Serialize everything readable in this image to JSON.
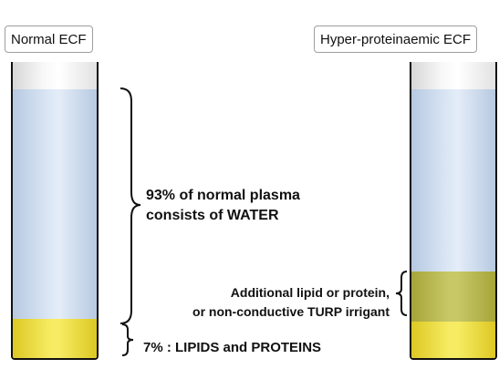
{
  "left_tube": {
    "title": "Normal ECF"
  },
  "right_tube": {
    "title": "Hyper-proteinaemic ECF"
  },
  "annotations": {
    "water_line1": "93% of normal plasma",
    "water_line2": "consists of WATER",
    "lipid_text": "7% : LIPIDS and PROTEINS",
    "extra_line1": "Additional lipid or protein,",
    "extra_line2": "or  non-conductive TURP irrigant"
  },
  "colors": {
    "water": "#dde8f6",
    "lipids_proteins": "#f6ec63",
    "additional": "#c8c867",
    "empty_top": "#f2f2f2",
    "outline": "#111111"
  }
}
